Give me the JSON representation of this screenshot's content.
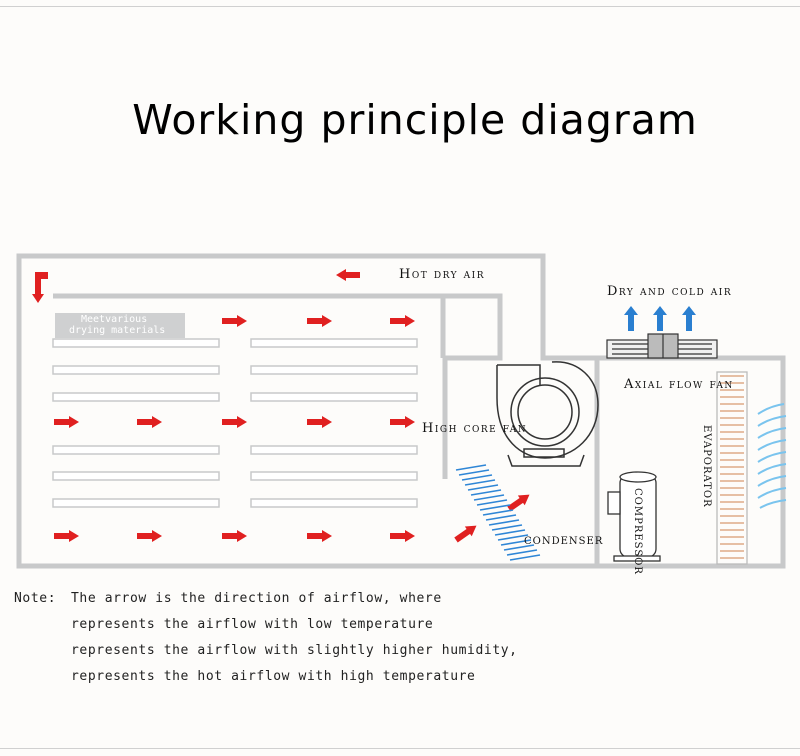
{
  "title": "Working principle diagram",
  "labels": {
    "hot_dry_air": "Hot dry air",
    "dry_cold_air": "Dry and cold air",
    "axial_flow_fan": "Axial flow fan",
    "high_core_fan": "High core fan",
    "evaporator": "EVAPORATOR",
    "compressor": "COMPRESSOR",
    "condenser": "CONDENSER",
    "materials_line1": "Meetvarious",
    "materials_line2": "drying materials"
  },
  "note": {
    "prefix": "Note:",
    "line1": "The arrow is the direction of airflow, where",
    "line2": "represents the airflow with low temperature",
    "line3": "represents the airflow with slightly higher humidity,",
    "line4": "represents the hot airflow with high temperature"
  },
  "colors": {
    "wall": "#c8c9ca",
    "hot_arrow": "#e02020",
    "cold_arrow": "#2a7fd0",
    "humid_airflow": "#7ac4ee",
    "condenser": "#2f86d6",
    "evaporator_coil": "#d99a70"
  }
}
